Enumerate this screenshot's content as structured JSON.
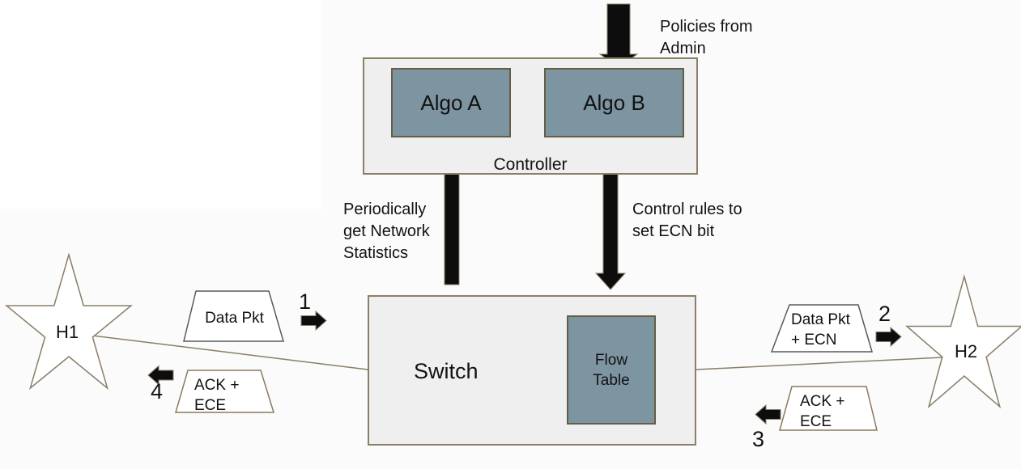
{
  "colors": {
    "node_fill": "#7d94a1",
    "panel_fill": "#efefef",
    "panel_border": "#8a8066",
    "node_border": "#665d47",
    "arrow_fill": "#0d0d0d",
    "shape_outline": "#8a7e68"
  },
  "controller": {
    "label": "Controller",
    "algo_a": "Algo A",
    "algo_b": "Algo B"
  },
  "switch": {
    "label": "Switch",
    "flow_table": "Flow\nTable"
  },
  "hosts": {
    "left": "H1",
    "right": "H2"
  },
  "annotations": {
    "policies": "Policies from\nAdmin",
    "stats": "Periodically\nget Network\nStatistics",
    "control_rules": "Control rules to\nset ECN bit"
  },
  "packets": {
    "h1_out": "Data Pkt",
    "h2_in": "Data Pkt\n+ ECN",
    "h2_out": "ACK +\nECE",
    "h1_in": "ACK +\nECE"
  },
  "steps": {
    "s1": "1",
    "s2": "2",
    "s3": "3",
    "s4": "4"
  }
}
